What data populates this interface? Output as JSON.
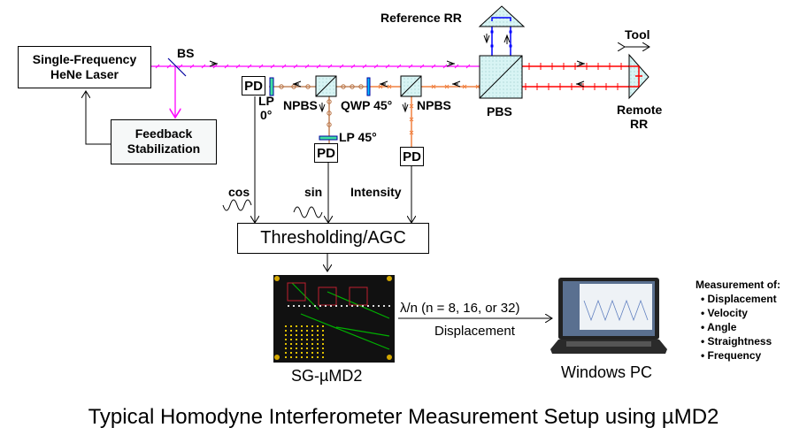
{
  "caption": "Typical Homodyne Interferometer Measurement Setup using µMD2",
  "laser": {
    "line1": "Single-Frequency",
    "line2": "HeNe Laser"
  },
  "feedback": {
    "line1": "Feedback",
    "line2": "Stabilization"
  },
  "labels": {
    "bs": "BS",
    "reference_rr": "Reference RR",
    "tool": "Tool",
    "remote_rr_line1": "Remote",
    "remote_rr_line2": "RR",
    "pbs": "PBS",
    "npbs_left": "NPBS",
    "npbs_right": "NPBS",
    "qwp": "QWP 45°",
    "lp0_line1": "LP",
    "lp0_line2": "0°",
    "lp45": "LP 45°",
    "pd": "PD",
    "cos": "cos",
    "sin": "sin",
    "intensity": "Intensity",
    "thresholding": "Thresholding/AGC",
    "board": "SG-µMD2",
    "link_top": "λ/n (n = 8, 16, or 32)",
    "link_bottom": "Displacement",
    "pc": "Windows PC"
  },
  "measurement": {
    "title": "Measurement of:",
    "items": [
      "Displacement",
      "Velocity",
      "Angle",
      "Straightness",
      "Frequency"
    ]
  },
  "colors": {
    "laser_beam": "#ff00ff",
    "return_beam": "#f08040",
    "mixed_beam": "#b87040",
    "measure_arm": "#ff0000",
    "reference_arm": "#0000ff",
    "optic_fill": "#c8f0f0",
    "polarizer": "#40e0a0",
    "qwp": "#00c0ff"
  }
}
